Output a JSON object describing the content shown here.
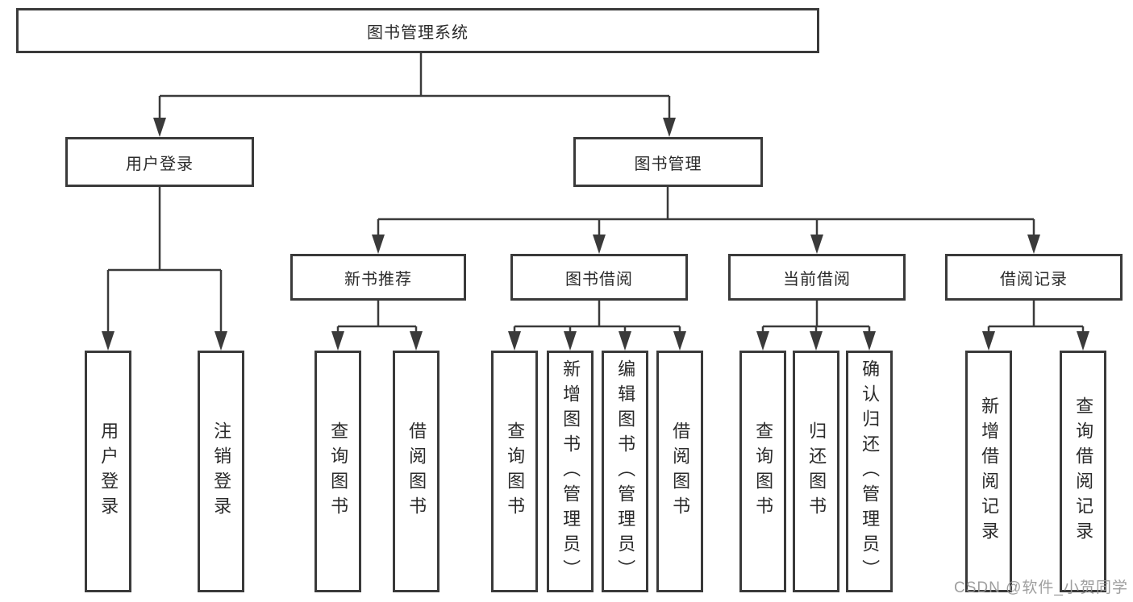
{
  "nodes": {
    "root": "图书管理系统",
    "user_login": "用户登录",
    "book_mgmt": "图书管理",
    "new_book_rec": "新书推荐",
    "book_borrow": "图书借阅",
    "current_borrow": "当前借阅",
    "borrow_records": "借阅记录",
    "ul_login": "用户登录",
    "ul_logout": "注销登录",
    "nbr_query": "查询图书",
    "nbr_borrow": "借阅图书",
    "bb_query": "查询图书",
    "bb_add": "新增图书（管理员）",
    "bb_edit": "编辑图书（管理员）",
    "bb_borrow": "借阅图书",
    "cb_query": "查询图书",
    "cb_return": "归还图书",
    "cb_confirm": "确认归还（管理员）",
    "br_add": "新增借阅记录",
    "br_query": "查询借阅记录"
  },
  "hierarchy": {
    "图书管理系统": {
      "用户登录": [
        "用户登录",
        "注销登录"
      ],
      "图书管理": {
        "新书推荐": [
          "查询图书",
          "借阅图书"
        ],
        "图书借阅": [
          "查询图书",
          "新增图书（管理员）",
          "编辑图书（管理员）",
          "借阅图书"
        ],
        "当前借阅": [
          "查询图书",
          "归还图书",
          "确认归还（管理员）"
        ],
        "借阅记录": [
          "新增借阅记录",
          "查询借阅记录"
        ]
      }
    }
  },
  "watermark": "CSDN @软件_小贺同学",
  "colors": {
    "line": "#3a3a3a",
    "box_border": "#3a3a3a",
    "text": "#2b2b2b",
    "watermark": "#969696",
    "background": "#ffffff"
  }
}
